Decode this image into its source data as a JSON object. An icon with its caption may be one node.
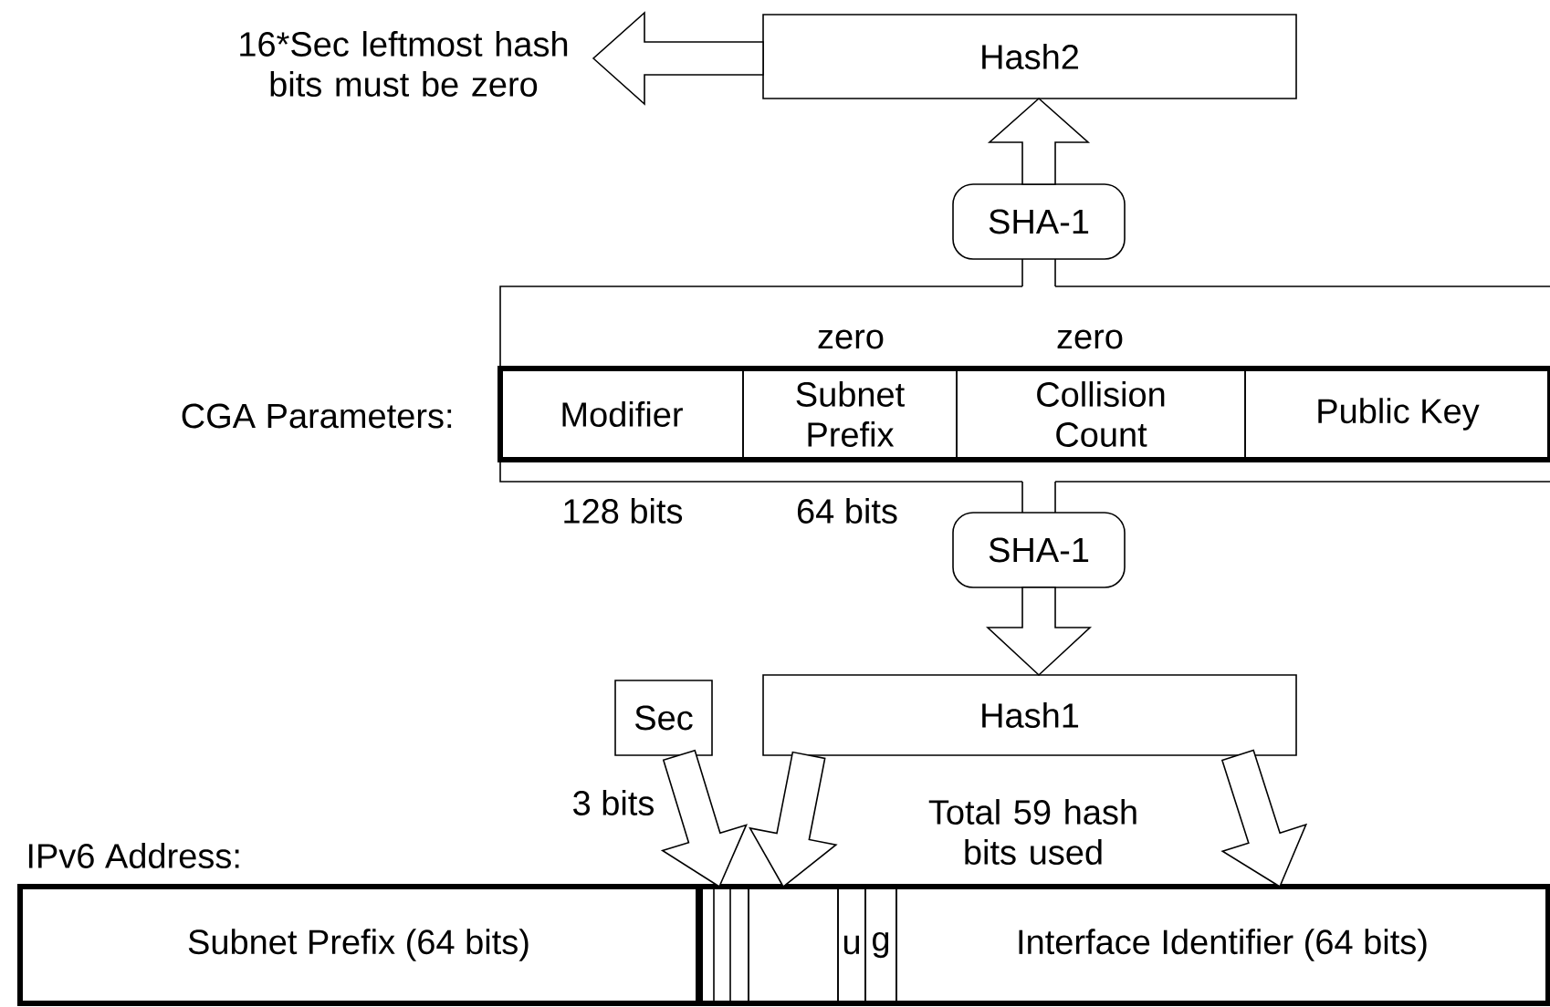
{
  "diagram": {
    "nodes": [
      {
        "text": [
          "Hash2"
        ]
      },
      {
        "text": [
          "16*Sec leftmost hash bits must be zero"
        ]
      },
      {
        "text": [
          "SHA-1"
        ]
      },
      {
        "text": [
          "CGA Parameters:"
        ]
      },
      {
        "text": [
          "Modifier"
        ],
        "in": 3,
        "beside": [
          "128 bits"
        ]
      },
      {
        "text": [
          "Subnet Prefix"
        ],
        "in": 3,
        "beside": [
          "zero",
          "64 bits"
        ]
      },
      {
        "text": [
          "Collision Count"
        ],
        "in": 3,
        "beside": [
          "zero"
        ]
      },
      {
        "text": [
          "Public Key"
        ],
        "in": 3
      },
      {
        "text": [
          "SHA-1"
        ]
      },
      {
        "text": [
          "Sec"
        ]
      },
      {
        "text": [
          "Hash1"
        ]
      },
      {
        "text": [
          "IPv6 Address:"
        ]
      },
      {
        "text": [
          "Subnet Prefix (64 bits)"
        ],
        "in": 11
      },
      {
        "text": [],
        "shape": "box",
        "in": 11
      },
      {
        "text": [],
        "shape": "box",
        "in": 11
      },
      {
        "text": [
          "u"
        ],
        "in": 11
      },
      {
        "text": [
          "g"
        ],
        "in": 11
      },
      {
        "text": [
          "Interface Identifier (64 bits)"
        ],
        "in": 11
      }
    ],
    "edges": [
      {
        "from": 0,
        "to": 1,
        "arrow": "to"
      },
      {
        "from": 2,
        "to": 0,
        "arrow": "to"
      },
      {
        "from": 3,
        "to": 2,
        "arrow": "none"
      },
      {
        "from": 3,
        "to": 8,
        "arrow": "none"
      },
      {
        "from": 8,
        "to": 10,
        "arrow": "to"
      },
      {
        "from": 9,
        "to": 13,
        "arrow": "to",
        "label": "3 bits"
      },
      {
        "from": 10,
        "to": 14,
        "arrow": "to"
      },
      {
        "from": 10,
        "to": 17,
        "arrow": "to"
      }
    ],
    "labels": [
      "Total 59 hash bits used"
    ]
  }
}
